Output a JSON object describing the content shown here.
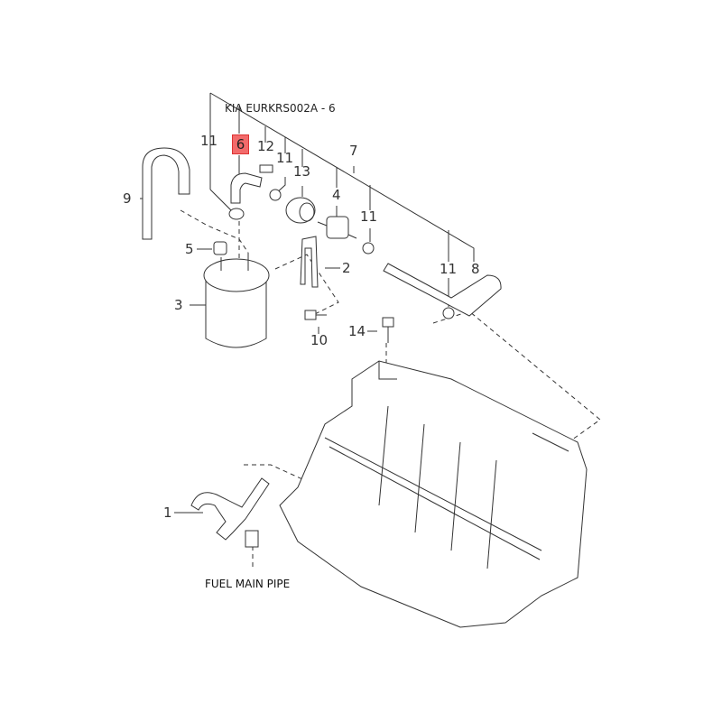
{
  "title": "KIA EURKRS002A - 6",
  "highlighted_part": "6",
  "callouts": {
    "c1": "1",
    "c2": "2",
    "c3": "3",
    "c4": "4",
    "c5": "5",
    "c7": "7",
    "c8": "8",
    "c9": "9",
    "c10": "10",
    "c11a": "11",
    "c11b": "11",
    "c11c": "11",
    "c11d": "11",
    "c12": "12",
    "c13": "13",
    "c14": "14"
  },
  "fuel_main_pipe": "FUEL MAIN PIPE",
  "colors": {
    "highlight": "#f26b6b",
    "line": "#333333"
  }
}
